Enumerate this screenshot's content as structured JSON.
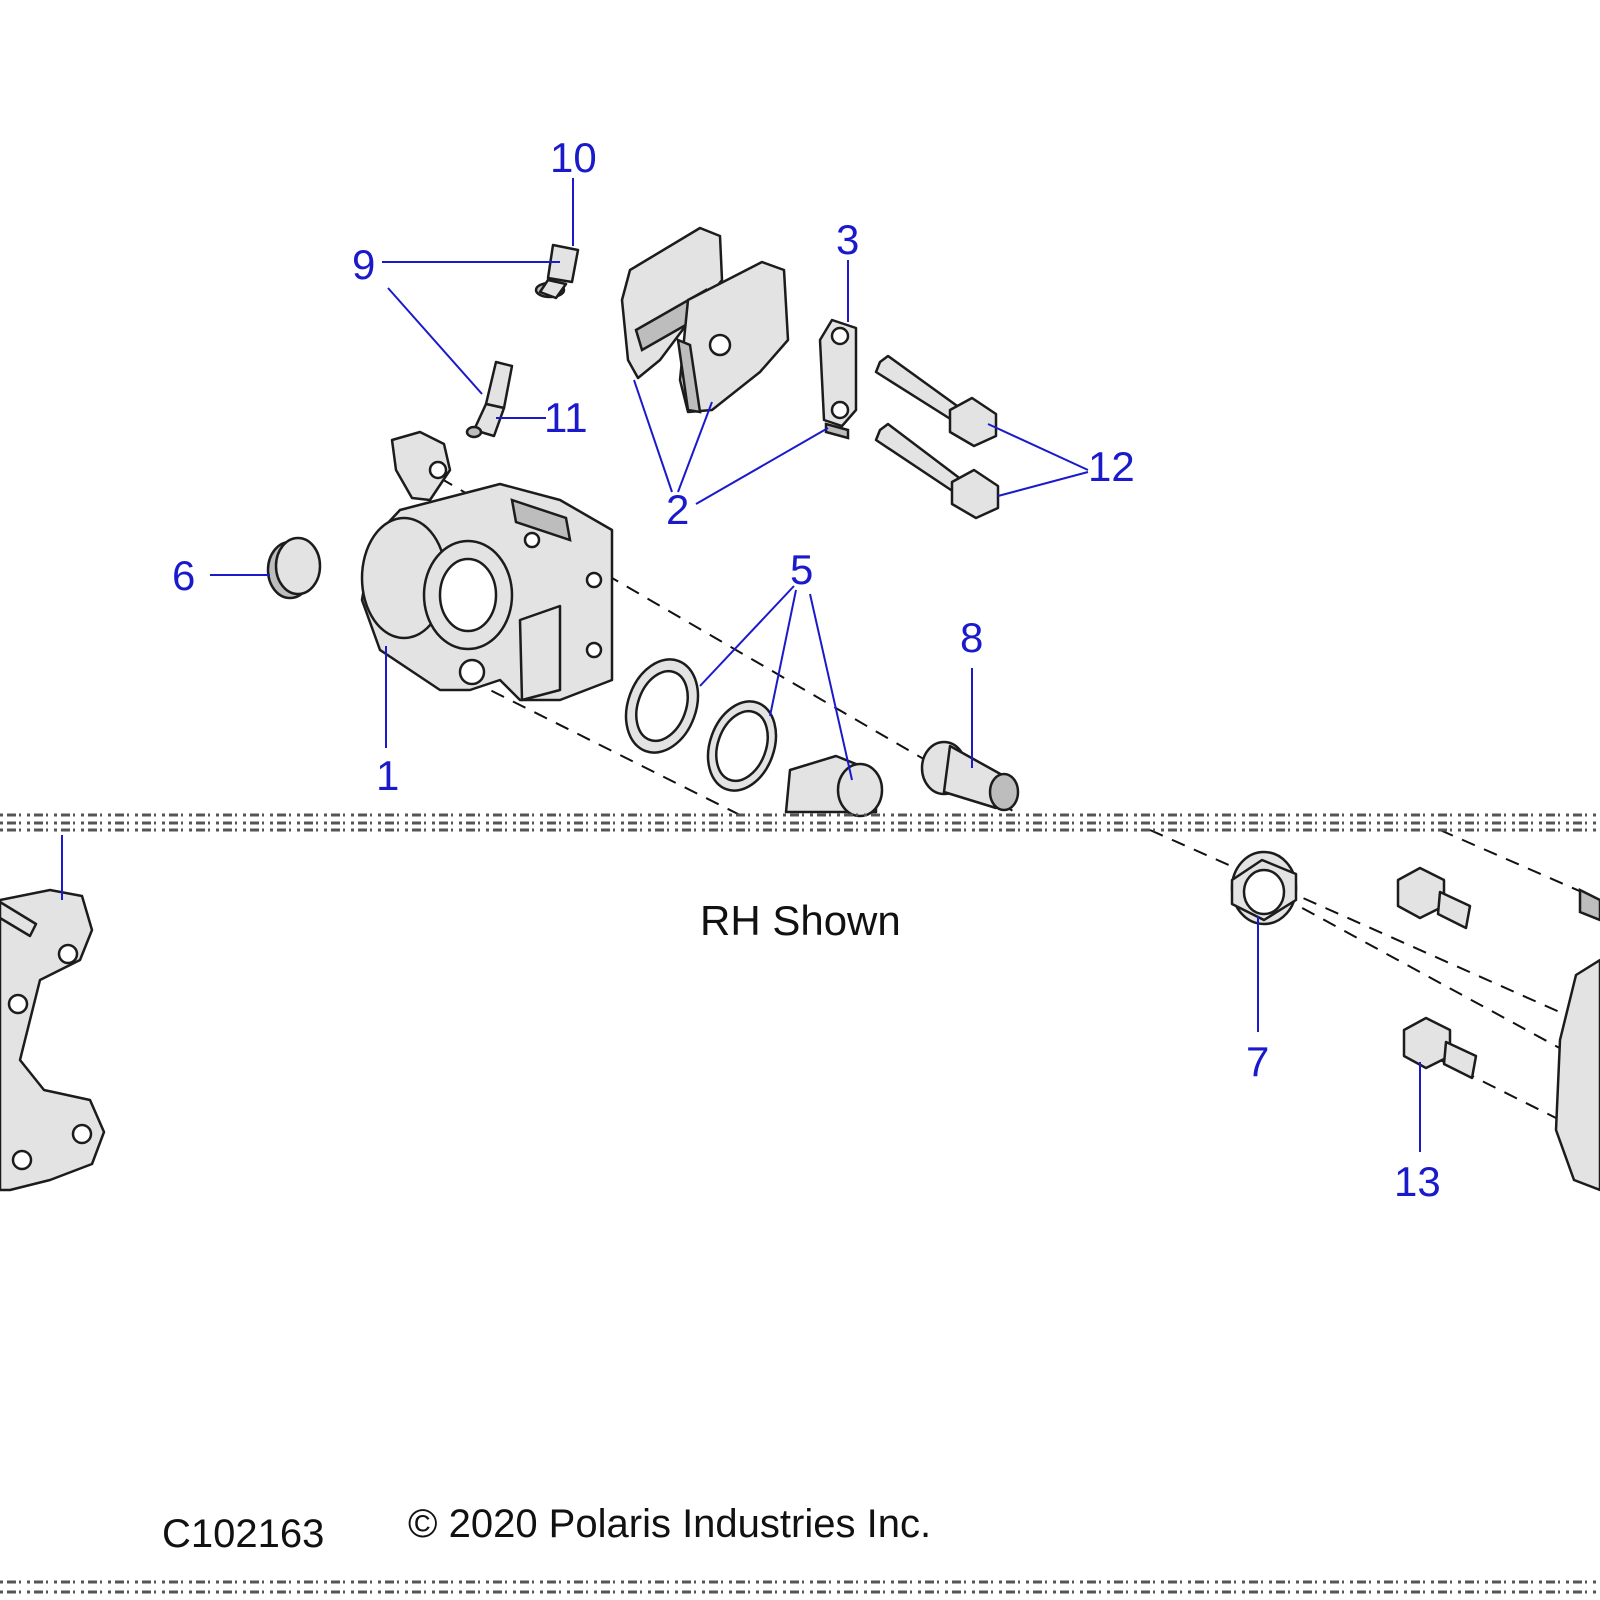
{
  "callouts": {
    "c1": "1",
    "c2": "2",
    "c3": "3",
    "c5": "5",
    "c6": "6",
    "c7": "7",
    "c8": "8",
    "c9": "9",
    "c10": "10",
    "c11": "11",
    "c12": "12",
    "c13": "13"
  },
  "caption": "RH Shown",
  "footer": {
    "figure_id": "C102163",
    "copyright": "© 2020 Polaris Industries Inc."
  },
  "colors": {
    "callout": "#1a1acc",
    "part_fill": "#e3e3e3",
    "outline": "#1c1c1c"
  }
}
